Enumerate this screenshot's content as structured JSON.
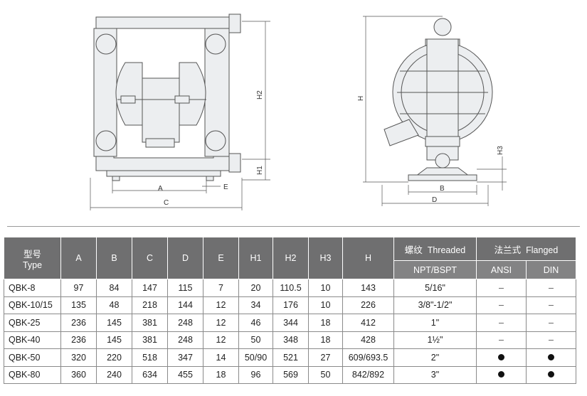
{
  "drawing_left": {
    "labels": {
      "A": "A",
      "C": "C",
      "E": "E",
      "H1": "H1",
      "H2": "H2"
    }
  },
  "drawing_right": {
    "labels": {
      "B": "B",
      "D": "D",
      "H": "H",
      "H3": "H3"
    }
  },
  "table": {
    "header": {
      "model_cn": "型号",
      "model_en": "Type",
      "cols": [
        "A",
        "B",
        "C",
        "D",
        "E",
        "H1",
        "H2",
        "H3",
        "H"
      ],
      "threaded_cn": "螺纹",
      "threaded_en": "Threaded",
      "flanged_cn": "法兰式",
      "flanged_en": "Flanged",
      "threaded_sub": "NPT/BSPT",
      "ansi": "ANSI",
      "din": "DIN"
    },
    "rows": [
      {
        "model": "QBK-8",
        "A": "97",
        "B": "84",
        "C": "147",
        "D": "115",
        "E": "7",
        "H1": "20",
        "H2": "110.5",
        "H3": "10",
        "H": "143",
        "npt": "5/16\"",
        "ansi": "dash",
        "din": "dash"
      },
      {
        "model": "QBK-10/15",
        "A": "135",
        "B": "48",
        "C": "218",
        "D": "144",
        "E": "12",
        "H1": "34",
        "H2": "176",
        "H3": "10",
        "H": "226",
        "npt": "3/8\"-1/2\"",
        "ansi": "dash",
        "din": "dash"
      },
      {
        "model": "QBK-25",
        "A": "236",
        "B": "145",
        "C": "381",
        "D": "248",
        "E": "12",
        "H1": "46",
        "H2": "344",
        "H3": "18",
        "H": "412",
        "npt": "1\"",
        "ansi": "dash",
        "din": "dash"
      },
      {
        "model": "QBK-40",
        "A": "236",
        "B": "145",
        "C": "381",
        "D": "248",
        "E": "12",
        "H1": "50",
        "H2": "348",
        "H3": "18",
        "H": "428",
        "npt": "1½\"",
        "ansi": "dash",
        "din": "dash"
      },
      {
        "model": "QBK-50",
        "A": "320",
        "B": "220",
        "C": "518",
        "D": "347",
        "E": "14",
        "H1": "50/90",
        "H2": "521",
        "H3": "27",
        "H": "609/693.5",
        "npt": "2\"",
        "ansi": "dot",
        "din": "dot"
      },
      {
        "model": "QBK-80",
        "A": "360",
        "B": "240",
        "C": "634",
        "D": "455",
        "E": "18",
        "H1": "96",
        "H2": "569",
        "H3": "50",
        "H": "842/892",
        "npt": "3\"",
        "ansi": "dot",
        "din": "dot"
      }
    ],
    "symbols": {
      "dash": "–"
    }
  },
  "colors": {
    "header_bg": "#6f6f70",
    "subheader_bg": "#838384",
    "drawing_line": "#555555"
  }
}
